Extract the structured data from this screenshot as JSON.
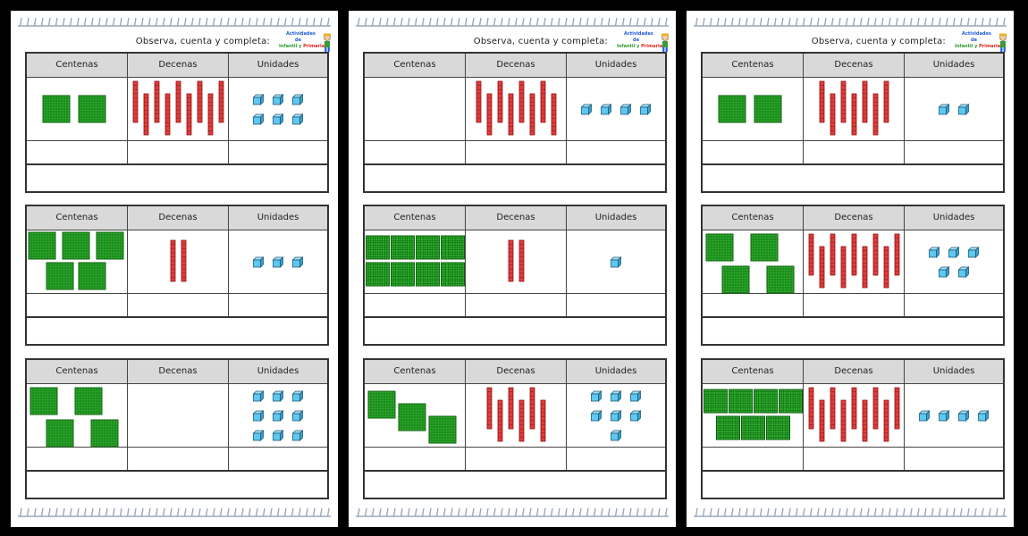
{
  "instruction": "Observa, cuenta y completa:",
  "columns": [
    "Centenas",
    "Decenas",
    "Unidades"
  ],
  "logo": {
    "line1": "Actividades",
    "line2": "de",
    "line3a": "Infantil",
    "line3b": " y ",
    "line3c": "Primaria"
  },
  "colors": {
    "hundred": "#2db02d",
    "ten": "#e23b3b",
    "unit": "#5ec8f0",
    "header_bg": "#d9d9d9"
  },
  "icons": {
    "hundred": "hundred-flat-icon",
    "ten": "ten-rod-icon",
    "unit": "unit-cube-icon",
    "decoration": "spiral-binding-icon"
  },
  "sheets": [
    {
      "name": "sheet-1",
      "exercises": [
        {
          "hundreds": 2,
          "tens": 9,
          "units": 6
        },
        {
          "hundreds": 5,
          "tens": 2,
          "units": 3
        },
        {
          "hundreds": 4,
          "tens": 0,
          "units": 9
        }
      ]
    },
    {
      "name": "sheet-2",
      "exercises": [
        {
          "hundreds": 0,
          "tens": 8,
          "units": 4
        },
        {
          "hundreds": 8,
          "tens": 2,
          "units": 1
        },
        {
          "hundreds": 3,
          "tens": 6,
          "units": 7
        }
      ]
    },
    {
      "name": "sheet-3",
      "exercises": [
        {
          "hundreds": 2,
          "tens": 7,
          "units": 2
        },
        {
          "hundreds": 4,
          "tens": 9,
          "units": 5
        },
        {
          "hundreds": 7,
          "tens": 9,
          "units": 4
        }
      ]
    }
  ]
}
